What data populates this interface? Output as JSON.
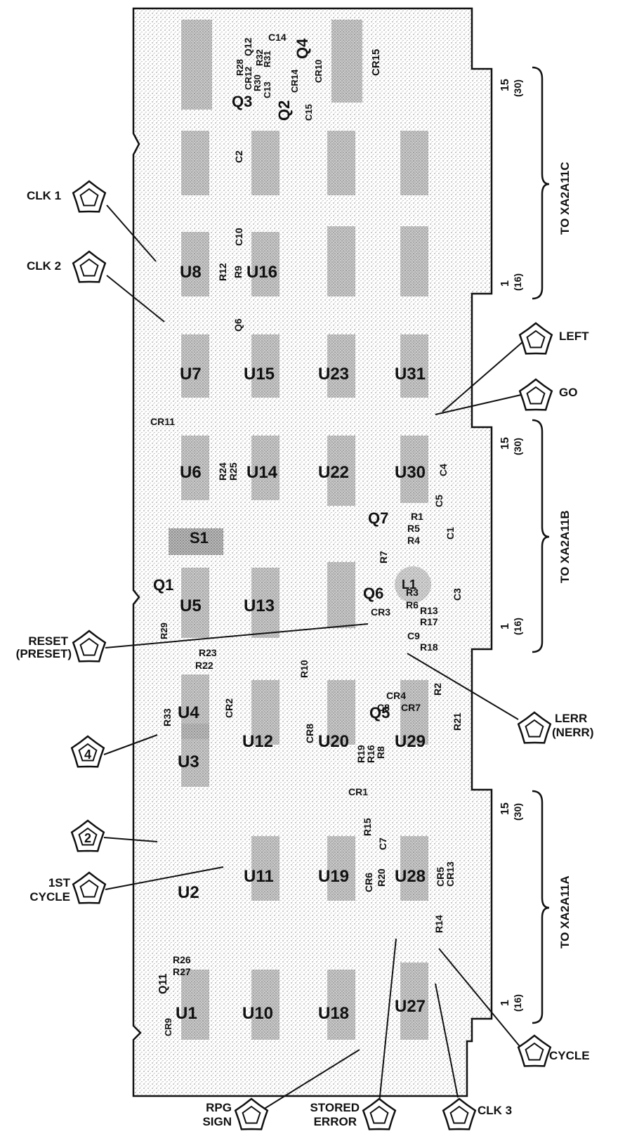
{
  "figure": {
    "components": {
      "U1": "U1",
      "U2": "U2",
      "U3": "U3",
      "U4": "U4",
      "U5": "U5",
      "U6": "U6",
      "U7": "U7",
      "U8": "U8",
      "U10": "U10",
      "U11": "U11",
      "U12": "U12",
      "U13": "U13",
      "U14": "U14",
      "U15": "U15",
      "U16": "U16",
      "U18": "U18",
      "U19": "U19",
      "U20": "U20",
      "U22": "U22",
      "U23": "U23",
      "U27": "U27",
      "U28": "U28",
      "U29": "U29",
      "U30": "U30",
      "U31": "U31",
      "Q1": "Q1",
      "Q3": "Q3",
      "Q4": "Q4",
      "Q5": "Q5",
      "Q6": "Q6",
      "Q7": "Q7",
      "Q2": "Q2",
      "Q11": "Q11",
      "S1": "S1",
      "L1": "L1"
    },
    "small_labels": {
      "C14": "C14",
      "Q12": "Q12",
      "R28": "R28",
      "CR12": "CR12",
      "R32": "R32",
      "R31": "R31",
      "R30": "R30",
      "C13": "C13",
      "CR14": "CR14",
      "CR10": "CR10",
      "C15": "C15",
      "CR15": "CR15",
      "C2": "C2",
      "C10": "C10",
      "R12": "R12",
      "R9": "R9",
      "Q6b": "Q6",
      "CR11": "CR11",
      "R24": "R24",
      "R25": "R25",
      "C4": "C4",
      "C5": "C5",
      "R1": "R1",
      "R5": "R5",
      "R4": "R4",
      "R7": "R7",
      "C1": "C1",
      "R3": "R3",
      "R6": "R6",
      "R13": "R13",
      "R17": "R17",
      "C3": "C3",
      "CR3": "CR3",
      "C9": "C9",
      "R18": "R18",
      "R29": "R29",
      "R23": "R23",
      "R22": "R22",
      "R10": "R10",
      "CR4": "CR4",
      "C8": "C8",
      "CR7": "CR7",
      "R2": "R2",
      "R33": "R33",
      "CR2": "CR2",
      "CR8": "CR8",
      "R19": "R19",
      "R16": "R16",
      "R8": "R8",
      "R21": "R21",
      "CR1": "CR1",
      "R15": "R15",
      "C7": "C7",
      "CR6": "CR6",
      "R20": "R20",
      "CR5": "CR5",
      "CR13": "CR13",
      "R14": "R14",
      "R26": "R26",
      "R27": "R27",
      "CR9": "CR9"
    },
    "connectors": {
      "c": {
        "pin_top": "15",
        "pin_top_paren": "(30)",
        "pin_bottom": "1",
        "pin_bottom_paren": "(16)",
        "label": "TO XA2A11C"
      },
      "b": {
        "pin_top": "15",
        "pin_top_paren": "(30)",
        "pin_bottom": "1",
        "pin_bottom_paren": "(16)",
        "label": "TO XA2A11B"
      },
      "a": {
        "pin_top": "15",
        "pin_top_paren": "(30)",
        "pin_bottom": "1",
        "pin_bottom_paren": "(16)",
        "label": "TO XA2A11A"
      }
    },
    "test_points": {
      "clk1": "CLK 1",
      "clk2": "CLK 2",
      "reset_1": "RESET",
      "reset_2": "(PRESET)",
      "tp4": "4",
      "tp2": "2",
      "first_1": "1ST",
      "first_2": "CYCLE",
      "left": "LEFT",
      "go": "GO",
      "lerr_1": "LERR",
      "lerr_2": "(NERR)",
      "cycle": "CYCLE",
      "rpg_1": "RPG",
      "rpg_2": "SIGN",
      "stored_1": "STORED",
      "stored_2": "ERROR",
      "clk3": "CLK 3"
    }
  }
}
